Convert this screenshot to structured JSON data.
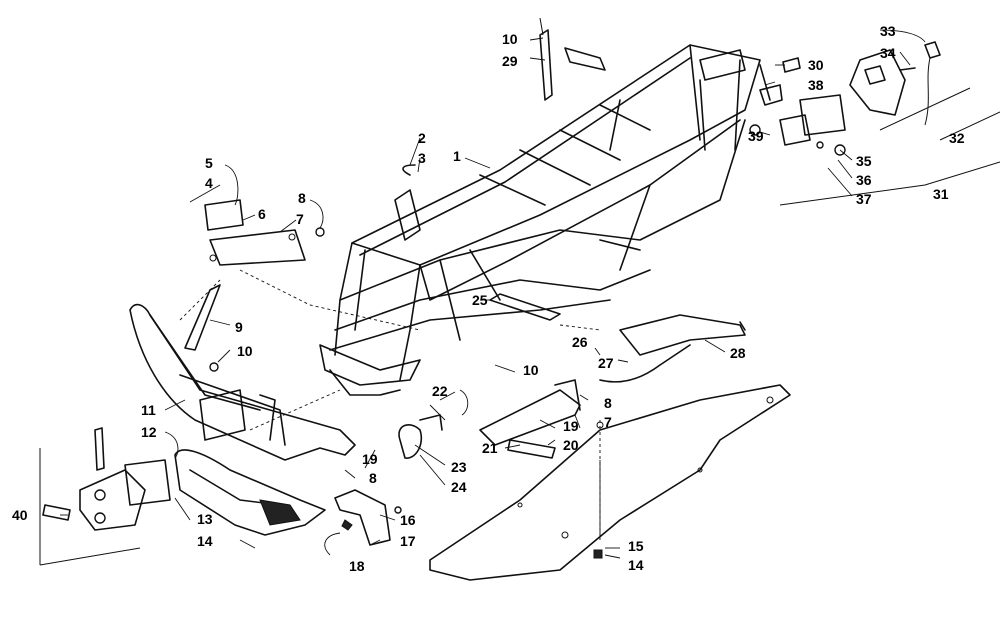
{
  "callouts": {
    "c1": "1",
    "c2": "2",
    "c3": "3",
    "c4": "4",
    "c5": "5",
    "c6": "6",
    "c7a": "7",
    "c7b": "7",
    "c8a": "8",
    "c8b": "8",
    "c8c": "8",
    "c9": "9",
    "c10a": "10",
    "c10b": "10",
    "c10c": "10",
    "c11": "11",
    "c12": "12",
    "c13": "13",
    "c14a": "14",
    "c14b": "14",
    "c15": "15",
    "c16": "16",
    "c17": "17",
    "c18": "18",
    "c19a": "19",
    "c19b": "19",
    "c20": "20",
    "c21": "21",
    "c22": "22",
    "c23": "23",
    "c24": "24",
    "c25": "25",
    "c26": "26",
    "c27": "27",
    "c28": "28",
    "c29": "29",
    "c30": "30",
    "c31": "31",
    "c32": "32",
    "c33": "33",
    "c34": "34",
    "c35": "35",
    "c36": "36",
    "c37": "37",
    "c38": "38",
    "c39": "39",
    "c40": "40"
  }
}
